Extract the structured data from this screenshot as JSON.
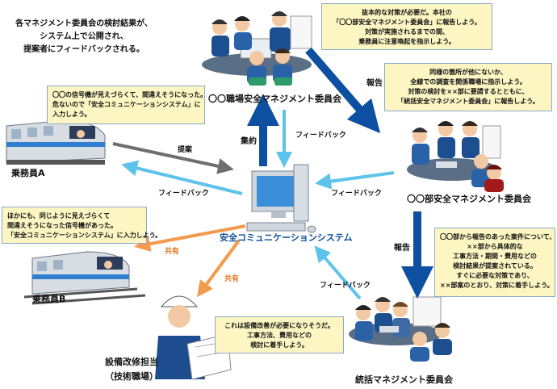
{
  "intro": [
    "各マネジメント委員会の検討結果が、",
    "システム上で公開され、",
    "提案者にフィードバックされる。"
  ],
  "callouts": {
    "top_right": [
      "抜本的な対策が必要だ。本社の",
      "「〇〇部安全マネジメント委員会」に報告しよう。",
      "対策が実施されるまでの間、",
      "乗務員に注意喚起を指示しよう。"
    ],
    "right_upper": [
      "同様の箇所が他にないか、",
      "全線での調査を関係職場に指示しよう。",
      "対策の検討を××部に要請するとともに、",
      "「統括安全マネジメント委員会」に報告しよう。"
    ],
    "left_upper": [
      "〇〇の信号機が見えづらくて、間違えそうになった。",
      "危ないので「安全コミュニケーションシステム」に",
      "入力しよう。"
    ],
    "left_lower": [
      "ほかにも、同じように見えづらくて",
      "間違えそうになった信号機があった。",
      "「安全コミュニケーションシステム」に入力しよう。"
    ],
    "right_lower": [
      "〇〇部から報告のあった案件について、",
      "××部から具体的な",
      "工事方法・期間・費用などの",
      "検討結果が提案されている。",
      "すぐに必要な対策であり、",
      "××部案のとおり、対策に着手しよう。"
    ],
    "bottom_center": [
      "これは設備改善が必要になりそうだ。",
      "工事方法、費用などの",
      "検討に着手しよう。"
    ]
  },
  "nodes": {
    "workplace_committee": "〇〇職場安全マネジメント委員会",
    "dept_committee": "〇〇部安全マネジメント委員会",
    "system": "安全コミュニケーションシステム",
    "general_committee": "統括マネジメント委員会",
    "crew_a": "乗務員A",
    "crew_b": "乗務員B",
    "facility_1": "設備改修担当",
    "facility_2": "（技術職場）"
  },
  "arrows": {
    "report": "報告",
    "report2": "報告",
    "aggregate": "集約",
    "feedback": "フィードバック",
    "proposal": "提案",
    "share": "共有"
  },
  "colors": {
    "dark_blue": "#0d4fa0",
    "light_blue": "#5ec3ea",
    "orange": "#f39a4c",
    "gray": "#6e6e6e",
    "callout_bg": "#fdf6c3"
  }
}
